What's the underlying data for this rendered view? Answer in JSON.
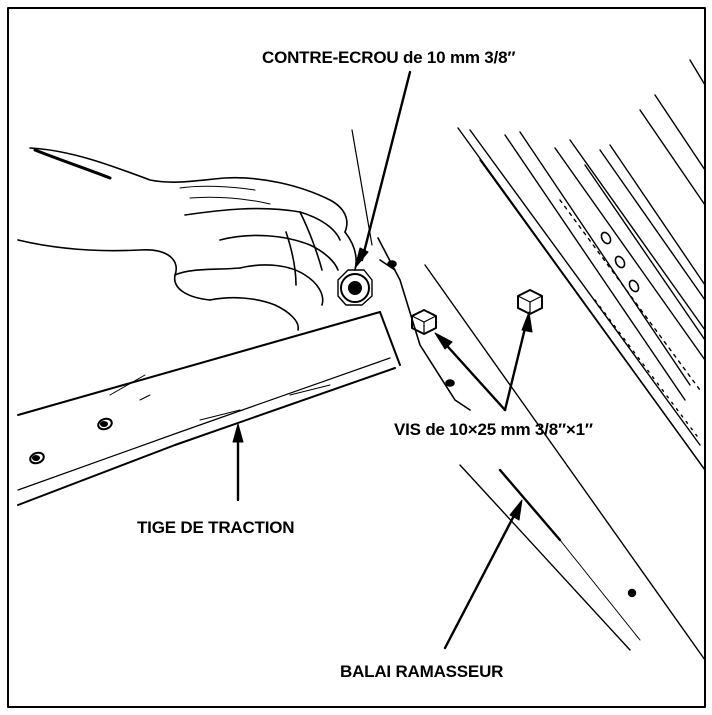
{
  "labels": {
    "lock_nut": "CONTRE-ECROU de 10 mm 3/8″",
    "bolts": "VIS de 10×25 mm 3/8″×1″",
    "pull_rod": "TIGE DE TRACTION",
    "pickup_broom": "BALAI RAMASSEUR"
  },
  "colors": {
    "ink": "#000000",
    "paper": "#ffffff"
  }
}
